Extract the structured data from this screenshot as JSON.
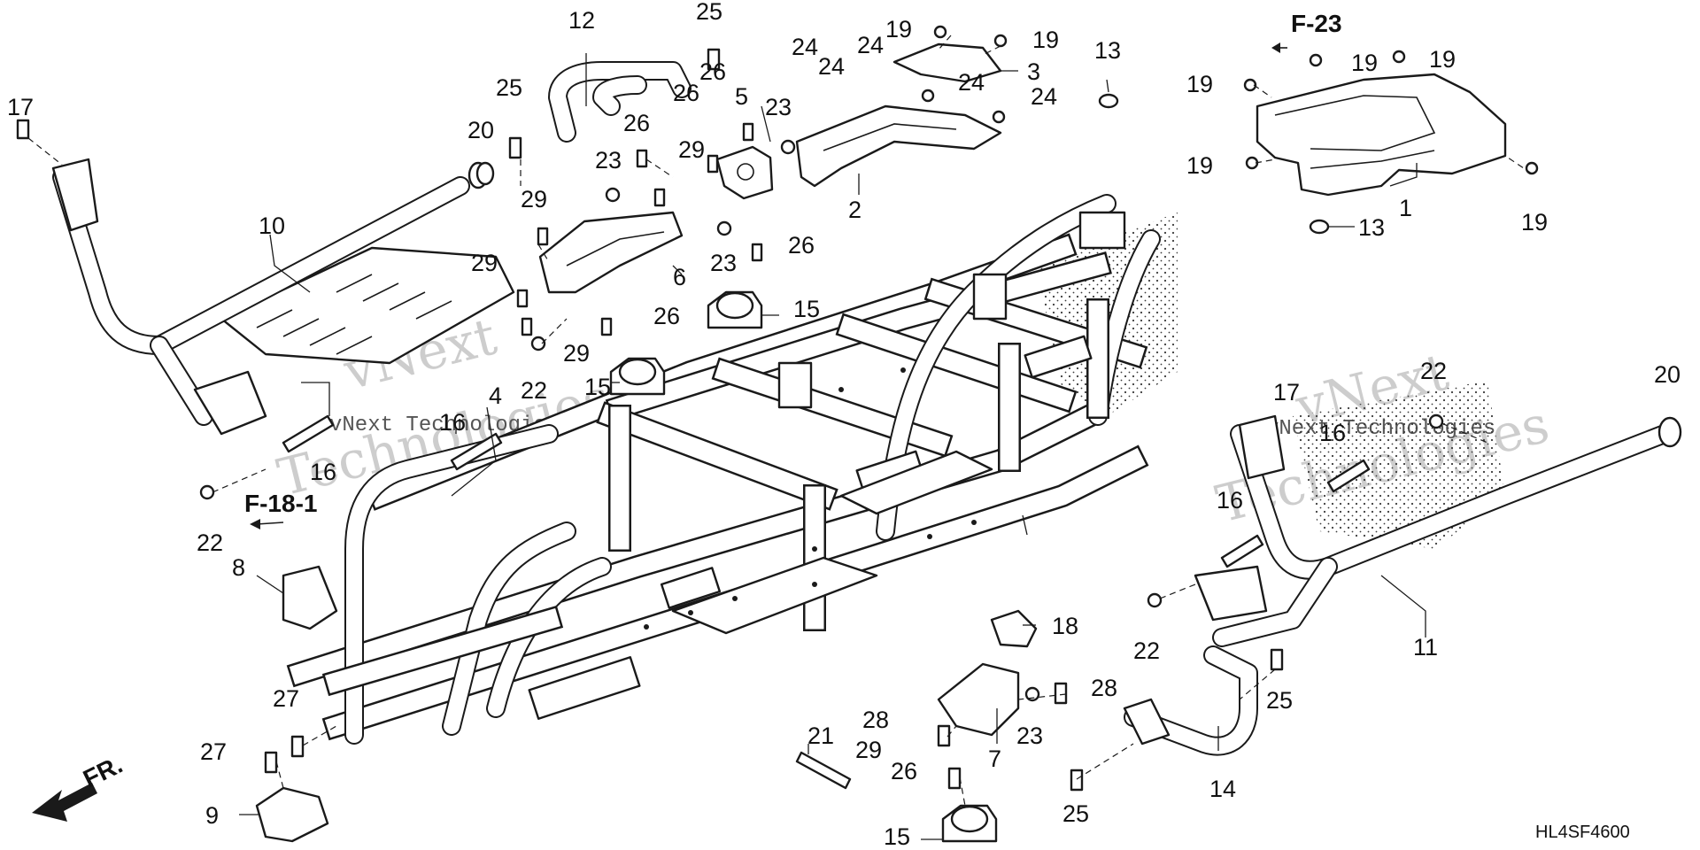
{
  "diagram": {
    "code": "HL4SF4600",
    "direction_label": "FR.",
    "references": [
      "F-23",
      "F-18-1"
    ],
    "watermark": [
      "vNext",
      "Technologies",
      "vNext Technologies"
    ],
    "callouts": [
      {
        "id": "c1",
        "text": "1"
      },
      {
        "id": "c2",
        "text": "2"
      },
      {
        "id": "c3",
        "text": "3"
      },
      {
        "id": "c4",
        "text": "4"
      },
      {
        "id": "c5",
        "text": "5"
      },
      {
        "id": "c6",
        "text": "6"
      },
      {
        "id": "c7",
        "text": "7"
      },
      {
        "id": "c8",
        "text": "8"
      },
      {
        "id": "c9",
        "text": "9"
      },
      {
        "id": "c10",
        "text": "10"
      },
      {
        "id": "c11",
        "text": "11"
      },
      {
        "id": "c12",
        "text": "12"
      },
      {
        "id": "c13a",
        "text": "13"
      },
      {
        "id": "c13b",
        "text": "13"
      },
      {
        "id": "c14",
        "text": "14"
      },
      {
        "id": "c15a",
        "text": "15"
      },
      {
        "id": "c15b",
        "text": "15"
      },
      {
        "id": "c15c",
        "text": "15"
      },
      {
        "id": "c16a",
        "text": "16"
      },
      {
        "id": "c16b",
        "text": "16"
      },
      {
        "id": "c16c",
        "text": "16"
      },
      {
        "id": "c16d",
        "text": "16"
      },
      {
        "id": "c17a",
        "text": "17"
      },
      {
        "id": "c17b",
        "text": "17"
      },
      {
        "id": "c18",
        "text": "18"
      },
      {
        "id": "c19a",
        "text": "19"
      },
      {
        "id": "c19b",
        "text": "19"
      },
      {
        "id": "c19c",
        "text": "19"
      },
      {
        "id": "c19d",
        "text": "19"
      },
      {
        "id": "c19e",
        "text": "19"
      },
      {
        "id": "c19f",
        "text": "19"
      },
      {
        "id": "c19g",
        "text": "19"
      },
      {
        "id": "c20a",
        "text": "20"
      },
      {
        "id": "c20b",
        "text": "20"
      },
      {
        "id": "c21",
        "text": "21"
      },
      {
        "id": "c22a",
        "text": "22"
      },
      {
        "id": "c22b",
        "text": "22"
      },
      {
        "id": "c22c",
        "text": "22"
      },
      {
        "id": "c22d",
        "text": "22"
      },
      {
        "id": "c23a",
        "text": "23"
      },
      {
        "id": "c23b",
        "text": "23"
      },
      {
        "id": "c23c",
        "text": "23"
      },
      {
        "id": "c23d",
        "text": "23"
      },
      {
        "id": "c24a",
        "text": "24"
      },
      {
        "id": "c24b",
        "text": "24"
      },
      {
        "id": "c24c",
        "text": "24"
      },
      {
        "id": "c24d",
        "text": "24"
      },
      {
        "id": "c24e",
        "text": "24"
      },
      {
        "id": "c25a",
        "text": "25"
      },
      {
        "id": "c25b",
        "text": "25"
      },
      {
        "id": "c25c",
        "text": "25"
      },
      {
        "id": "c25d",
        "text": "25"
      },
      {
        "id": "c26a",
        "text": "26"
      },
      {
        "id": "c26b",
        "text": "26"
      },
      {
        "id": "c26c",
        "text": "26"
      },
      {
        "id": "c26d",
        "text": "26"
      },
      {
        "id": "c26e",
        "text": "26"
      },
      {
        "id": "c26f",
        "text": "26"
      },
      {
        "id": "c27a",
        "text": "27"
      },
      {
        "id": "c27b",
        "text": "27"
      },
      {
        "id": "c28a",
        "text": "28"
      },
      {
        "id": "c28b",
        "text": "28"
      },
      {
        "id": "c29a",
        "text": "29"
      },
      {
        "id": "c29b",
        "text": "29"
      },
      {
        "id": "c29c",
        "text": "29"
      },
      {
        "id": "c29d",
        "text": "29"
      },
      {
        "id": "c29e",
        "text": "29"
      }
    ]
  }
}
